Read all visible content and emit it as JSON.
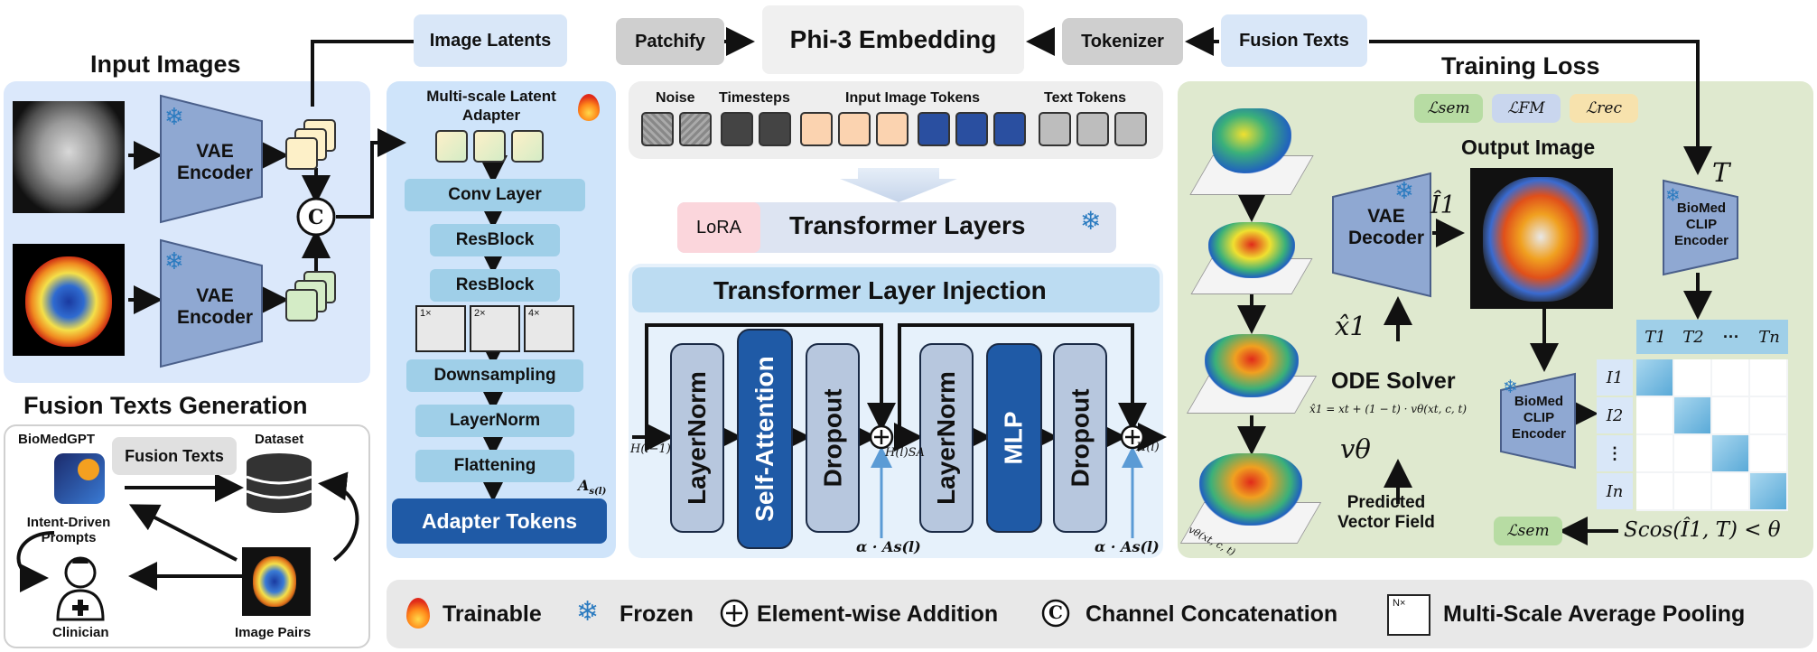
{
  "colors": {
    "input_panel": "#dbe8fb",
    "adapter_panel": "#cfe4fa",
    "loss_panel": "#dfe9cf",
    "injection_panel": "#e6f1fb",
    "dark_blue": "#1f5aa6",
    "layer_box": "#b7c7de",
    "light_cyan": "#9fcfe8",
    "legend_bg": "#e8e8e8"
  },
  "top": {
    "image_latents": "Image Latents",
    "patchify": "Patchify",
    "phi3_embedding": "Phi-3 Embedding",
    "tokenizer": "Tokenizer",
    "fusion_texts": "Fusion Texts"
  },
  "input_images": {
    "title": "Input Images",
    "vae_encoder_1": "VAE Encoder",
    "vae_encoder_2": "VAE Encoder",
    "concat_symbol": "C"
  },
  "fusion_gen": {
    "title": "Fusion Texts Generation",
    "biomedgpt": "BioMedGPT",
    "fusion_texts": "Fusion Texts",
    "dataset": "Dataset",
    "intent_prompts": "Intent-Driven Prompts",
    "clinician": "Clinician",
    "image_pairs": "Image Pairs"
  },
  "adapter": {
    "title": "Multi-scale Latent Adapter",
    "conv_layer": "Conv Layer",
    "resblock_1": "ResBlock",
    "resblock_2": "ResBlock",
    "pool_1": "1×",
    "pool_2": "2×",
    "pool_4": "4×",
    "downsampling": "Downsampling",
    "layernorm": "LayerNorm",
    "flattening": "Flattening",
    "adapter_tokens": "Adapter Tokens",
    "a_label": "A",
    "a_sub": "s(l)"
  },
  "tokens": {
    "noise": "Noise",
    "timesteps": "Timesteps",
    "input_image_tokens": "Input Image Tokens",
    "text_tokens": "Text Tokens"
  },
  "transformer": {
    "lora": "LoRA",
    "layers": "Transformer Layers",
    "injection": "Transformer Layer Injection",
    "layernorm_1": "LayerNorm",
    "self_attention": "Self-Attention",
    "dropout_1": "Dropout",
    "layernorm_2": "LayerNorm",
    "mlp": "MLP",
    "dropout_2": "Dropout",
    "h_in": "H(l−1)",
    "h_sa": "H(l)SA",
    "h_out": "H(l)",
    "alpha_a_1": "α · As(l)",
    "alpha_a_2": "α · As(l)"
  },
  "loss": {
    "title": "Training Loss",
    "l_sem": "ℒsem",
    "l_fm": "ℒFM",
    "l_rec": "ℒrec",
    "output_image": "Output Image",
    "vae_decoder": "VAE Decoder",
    "i_hat_1": "Î1",
    "x_hat_1": "x̂1",
    "ode_solver": "ODE Solver",
    "ode_eq": "x̂1 = xt + (1 − t) · vθ(xt, c, t)",
    "v_theta": "vθ",
    "predicted_vector_field": "Predicted Vector Field",
    "v_theta_axis": "vθ(xt, c, t)",
    "t_label": "T",
    "biomed_clip_1": "BioMed CLIP Encoder",
    "biomed_clip_2": "BioMed CLIP Encoder",
    "t_cols": [
      "T1",
      "T2",
      "···",
      "Tn"
    ],
    "i_rows": [
      "I1",
      "I2",
      "⋮",
      "In"
    ],
    "l_sem_out": "ℒsem",
    "similarity": "Scos(Î1, T) < θ"
  },
  "legend": {
    "trainable": "Trainable",
    "frozen": "Frozen",
    "element_add": "Element-wise  Addition",
    "channel_concat": "Channel Concatenation",
    "pool_symbol": "N×",
    "multi_pool": "Multi-Scale Average Pooling"
  }
}
